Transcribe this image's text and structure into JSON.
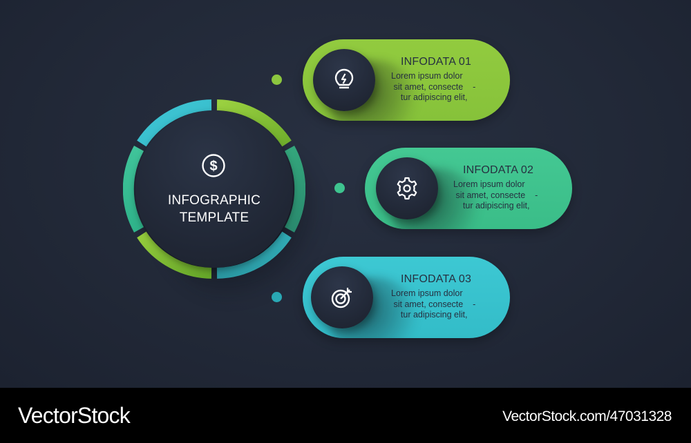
{
  "infographic": {
    "center": {
      "icon": "dollar-circle-icon",
      "title_line1": "INFOGRAPHIC",
      "title_line2": "TEMPLATE"
    },
    "ring_segments": [
      {
        "position": "top-left",
        "color": "#3bc2d2"
      },
      {
        "position": "top-right",
        "color": "#8cc63f"
      },
      {
        "position": "right",
        "color": "#2f9c78"
      },
      {
        "position": "bottom-right",
        "color": "#2f9ea6"
      },
      {
        "position": "bottom-left",
        "color": "#8cc63f"
      },
      {
        "position": "left",
        "color": "#3bbf93"
      }
    ],
    "items": [
      {
        "title": "INFODATA 01",
        "body": "Lorem ipsum dolor\n sit amet, consecte    -\n    tur adipiscing elit,",
        "icon": "lightbulb-bolt-icon",
        "color": "#8cc63f",
        "dot_color": "#8cc63f"
      },
      {
        "title": "INFODATA 02",
        "body": "Lorem ipsum dolor\n sit amet, consecte    -\n    tur adipiscing elit,",
        "icon": "gear-icon",
        "color": "#3ec48f",
        "dot_color": "#3ec48f"
      },
      {
        "title": "INFODATA 03",
        "body": "Lorem ipsum dolor\n sit amet, consecte    -\n    tur adipiscing elit,",
        "icon": "target-arrow-icon",
        "color": "#38c3cf",
        "dot_color": "#2aa9b5"
      }
    ]
  },
  "footer": {
    "brand": "VectorStock",
    "credit": "VectorStock.com/47031328"
  },
  "colors": {
    "background": "#222938",
    "green": "#8cc63f",
    "mint": "#3ec48f",
    "teal": "#38c3cf",
    "dark_text": "#263040"
  }
}
